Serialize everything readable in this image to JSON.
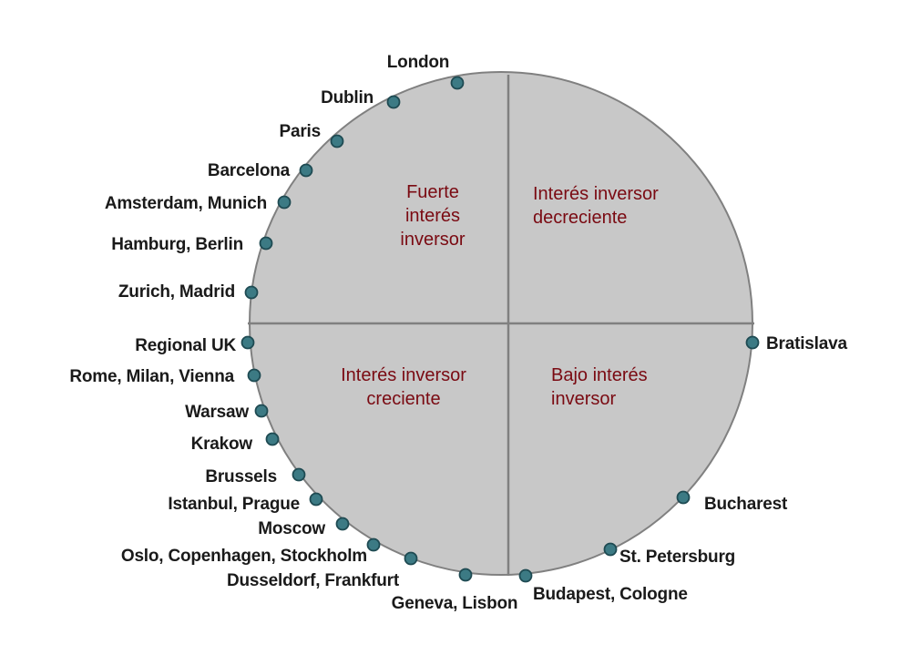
{
  "colors": {
    "circle_fill": "#c8c8c8",
    "circle_stroke": "#808080",
    "axis_stroke": "#808080",
    "marker_fill": "#3c7a84",
    "marker_stroke": "#1e4a52",
    "quadrant_text": "#7a0a12",
    "label_text": "#1a1a1a"
  },
  "quadrants": [
    {
      "id": "top-left",
      "lines": [
        "Fuerte",
        "interés",
        "inversor"
      ]
    },
    {
      "id": "top-right",
      "lines": [
        "Interés inversor",
        "decreciente"
      ]
    },
    {
      "id": "bottom-left",
      "lines": [
        "Interés inversor",
        "creciente"
      ]
    },
    {
      "id": "bottom-right",
      "lines": [
        "Bajo interés",
        "inversor"
      ]
    }
  ],
  "cities": [
    {
      "label": "London"
    },
    {
      "label": "Dublin"
    },
    {
      "label": "Paris"
    },
    {
      "label": "Barcelona"
    },
    {
      "label": "Amsterdam, Munich"
    },
    {
      "label": "Hamburg, Berlin"
    },
    {
      "label": "Zurich, Madrid"
    },
    {
      "label": "Regional UK"
    },
    {
      "label": "Rome, Milan, Vienna"
    },
    {
      "label": "Warsaw"
    },
    {
      "label": "Krakow"
    },
    {
      "label": "Brussels"
    },
    {
      "label": "Istanbul, Prague"
    },
    {
      "label": "Moscow"
    },
    {
      "label": "Oslo, Copenhagen, Stockholm"
    },
    {
      "label": "Dusseldorf, Frankfurt"
    },
    {
      "label": "Geneva, Lisbon"
    },
    {
      "label": "Budapest, Cologne"
    },
    {
      "label": "St. Petersburg"
    },
    {
      "label": "Bucharest"
    },
    {
      "label": "Bratislava"
    }
  ]
}
